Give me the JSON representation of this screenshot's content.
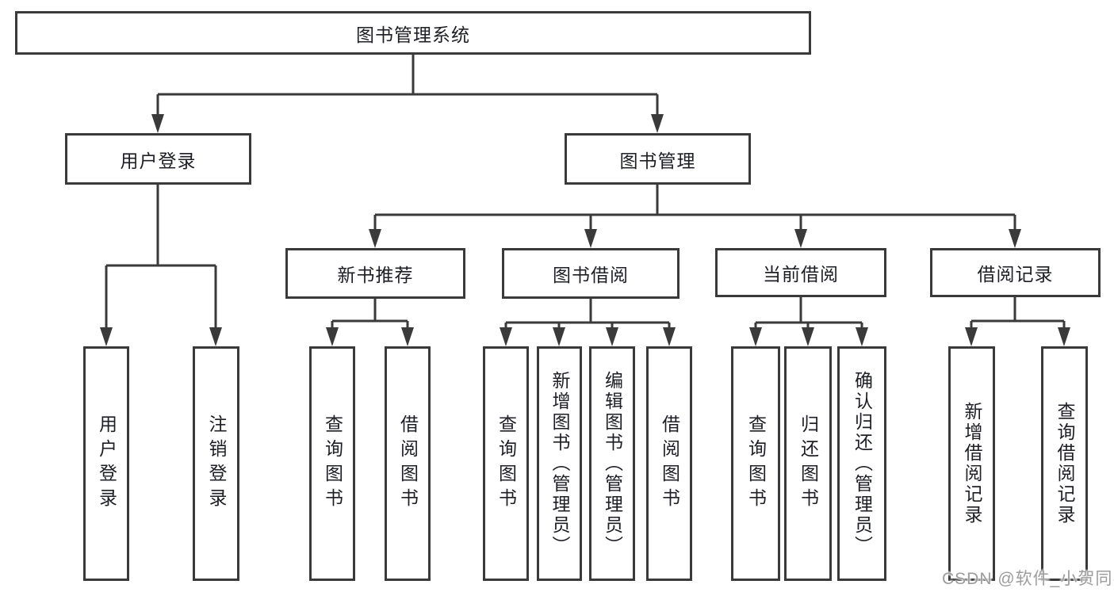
{
  "diagram": {
    "title": "图书管理系统",
    "nodes": {
      "root": {
        "label": "图书管理系统"
      },
      "userLogin": {
        "label": "用户登录"
      },
      "bookMgmt": {
        "label": "图书管理"
      },
      "newBook": {
        "label": "新书推荐"
      },
      "bookBorrow": {
        "label": "图书借阅"
      },
      "currentBorrow": {
        "label": "当前借阅"
      },
      "borrowRecord": {
        "label": "借阅记录"
      },
      "leafUserLogin": {
        "label": "用户登录"
      },
      "leafLogout": {
        "label": "注销登录"
      },
      "leafQueryBooksNB": {
        "label": "查询图书"
      },
      "leafBorrowBooksNB": {
        "label": "借阅图书"
      },
      "leafQueryBooksBB": {
        "label": "查询图书"
      },
      "leafAddBooks": {
        "label": "新增图书（管理员）"
      },
      "leafEditBooks": {
        "label": "编辑图书（管理员）"
      },
      "leafBorrowBooksBB": {
        "label": "借阅图书"
      },
      "leafQueryBooksCB": {
        "label": "查询图书"
      },
      "leafReturnBooks": {
        "label": "归还图书"
      },
      "leafConfirmReturn": {
        "label": "确认归还（管理员）"
      },
      "leafAddRecord": {
        "label": "新增借阅记录"
      },
      "leafQueryRecord": {
        "label": "查询借阅记录"
      }
    },
    "structure": {
      "root": [
        "userLogin",
        "bookMgmt"
      ],
      "userLogin": [
        "leafUserLogin",
        "leafLogout"
      ],
      "bookMgmt": [
        "newBook",
        "bookBorrow",
        "currentBorrow",
        "borrowRecord"
      ],
      "newBook": [
        "leafQueryBooksNB",
        "leafBorrowBooksNB"
      ],
      "bookBorrow": [
        "leafQueryBooksBB",
        "leafAddBooks",
        "leafEditBooks",
        "leafBorrowBooksBB"
      ],
      "currentBorrow": [
        "leafQueryBooksCB",
        "leafReturnBooks",
        "leafConfirmReturn"
      ],
      "borrowRecord": [
        "leafAddRecord",
        "leafQueryRecord"
      ]
    }
  },
  "watermark": {
    "text": "CSDN @软件_小贺同学"
  },
  "colors": {
    "line": "#3a3a3a",
    "text": "#1d1f24",
    "background": "#ffffff",
    "watermark": "#9c9c9c"
  }
}
